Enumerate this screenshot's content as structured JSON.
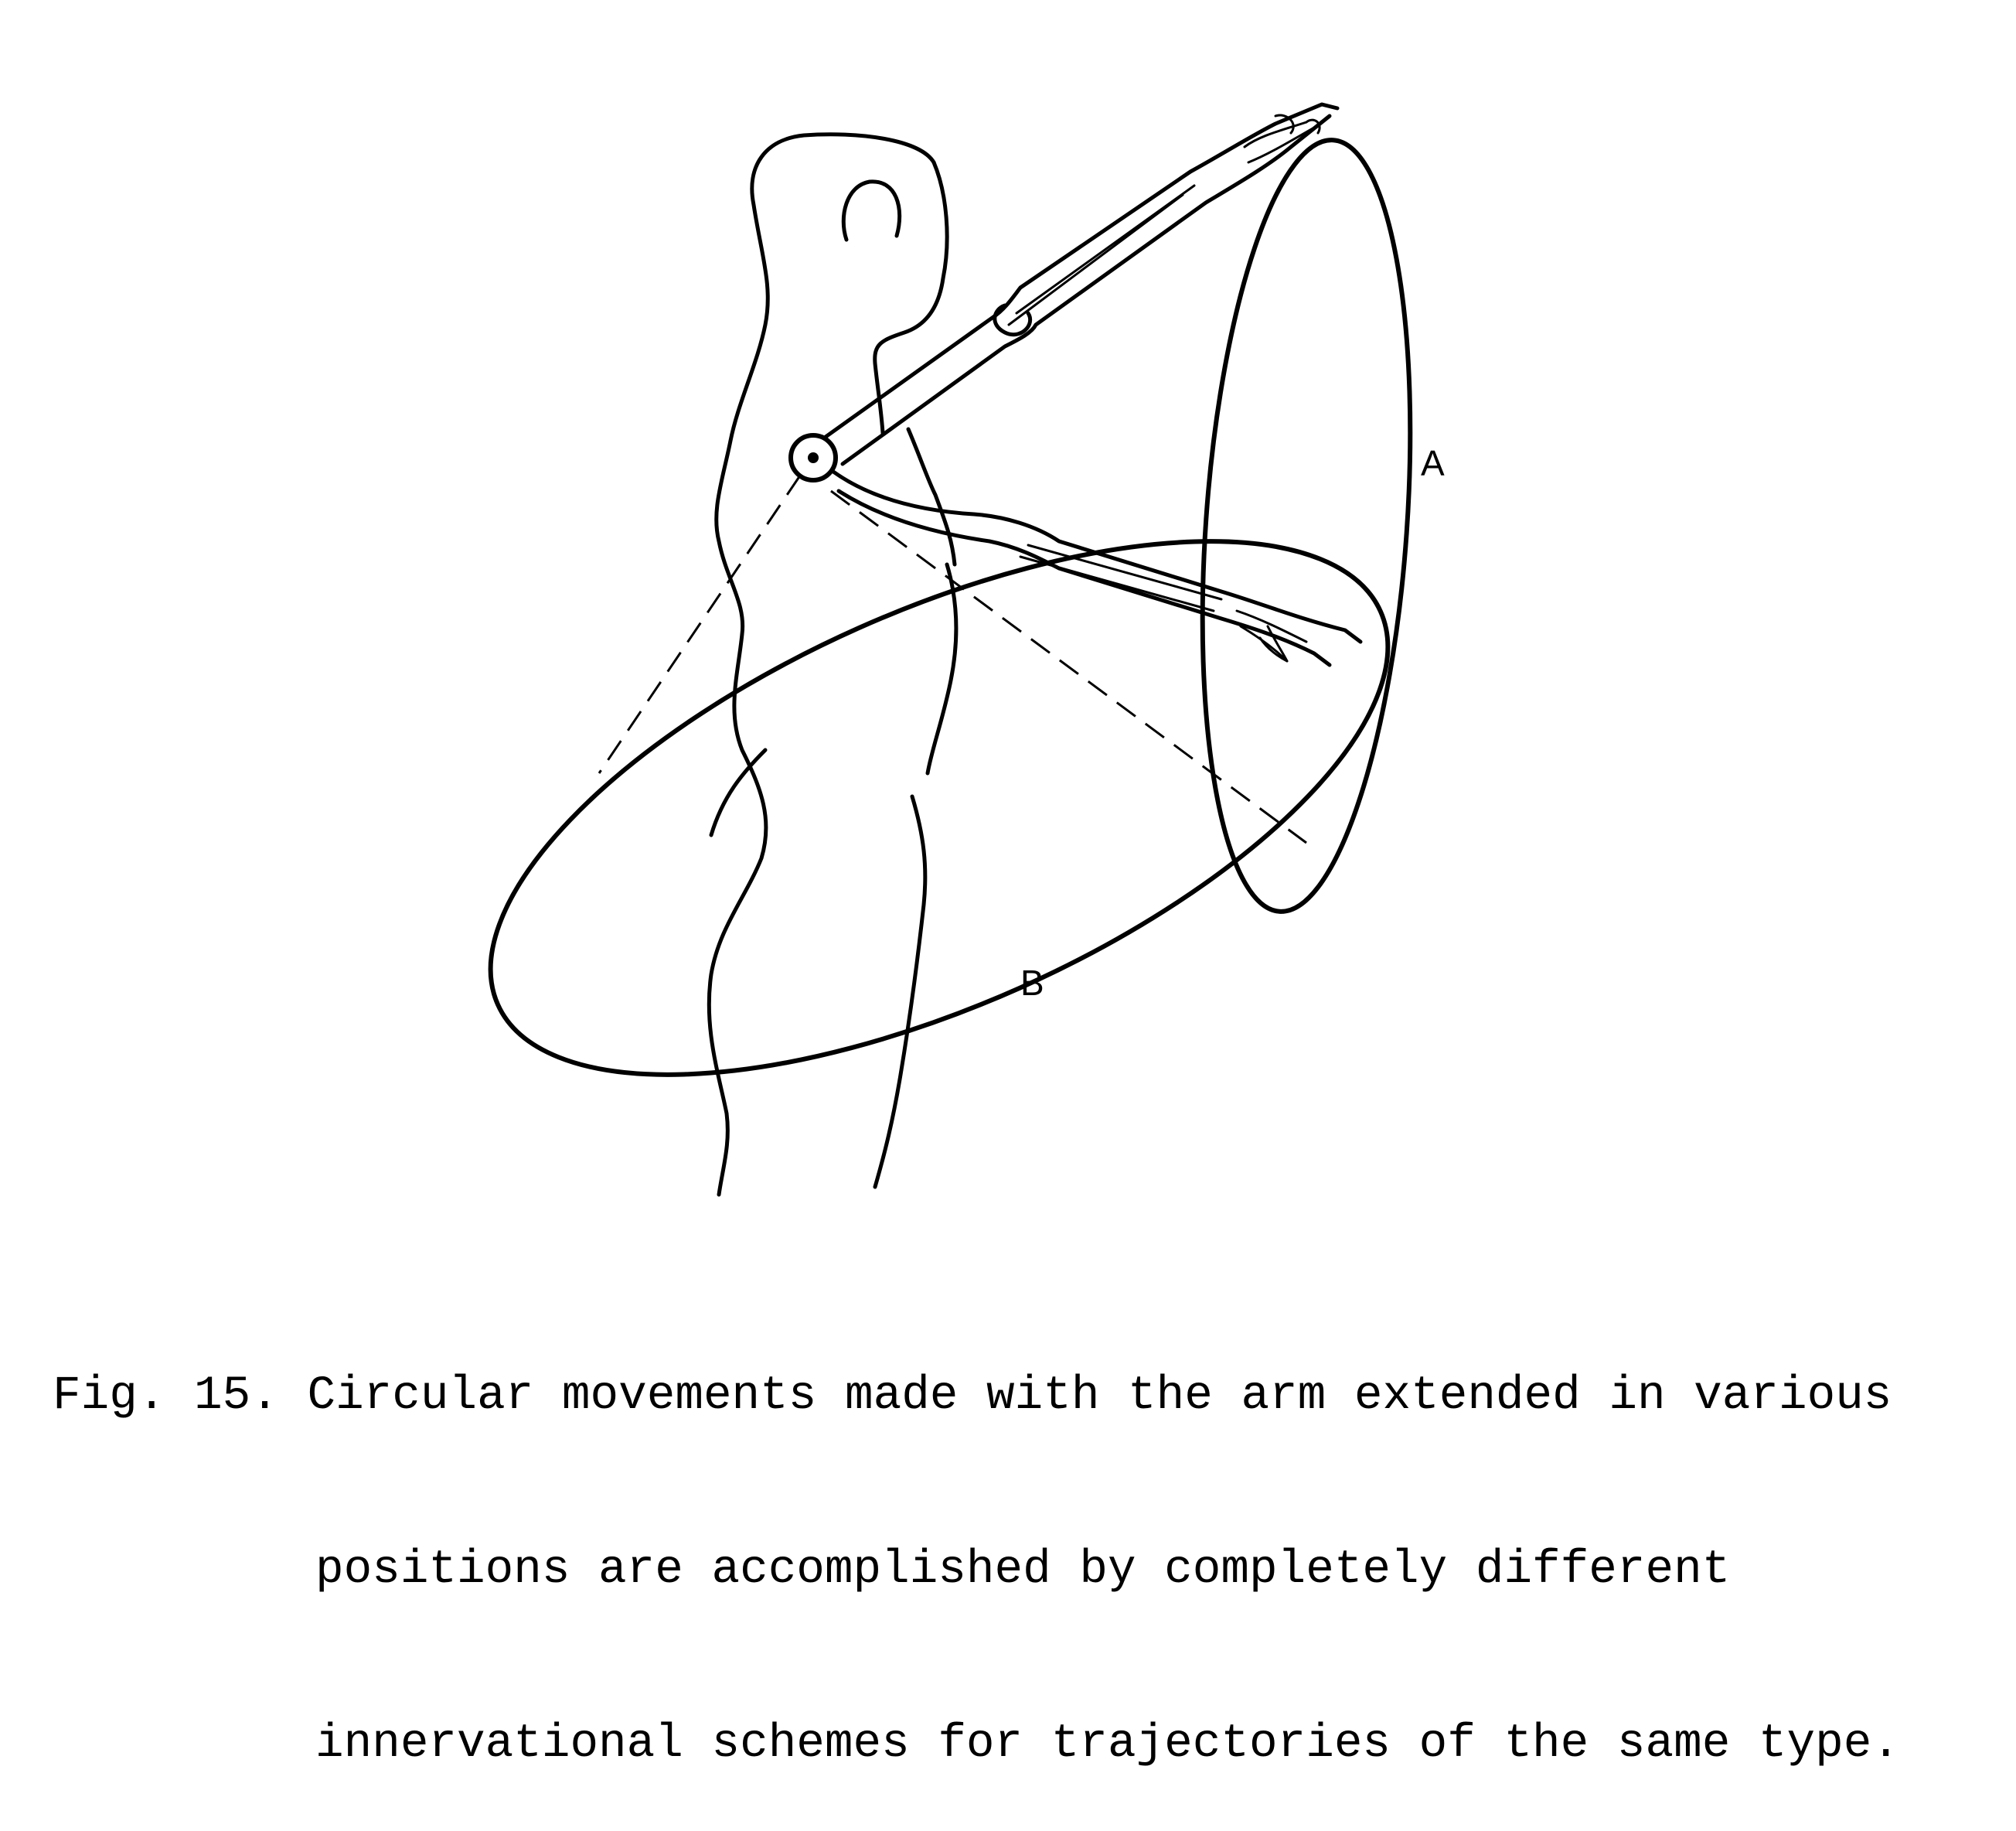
{
  "figure": {
    "label_a": "A",
    "label_b": "B",
    "ink_color": "#000000",
    "background_color": "#ffffff"
  },
  "caption": {
    "fig_number": "Fig. 15.",
    "line1": "Circular movements made with the arm extended in various",
    "line2": "positions are accomplished by completely different",
    "line3": "innervational schemes for trajectories of the same type."
  }
}
